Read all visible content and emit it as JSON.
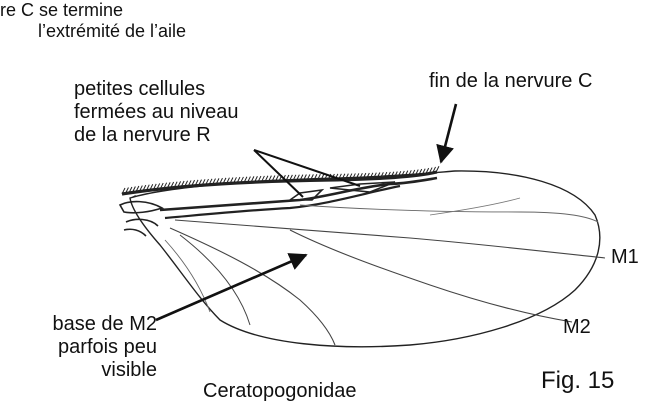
{
  "figure_label": "Fig. 15",
  "family_name": "Ceratopogonidae",
  "annotations": {
    "costa_note": [
      "re C se termine",
      "l’extrémité de l’aile"
    ],
    "closed_cells": [
      "petites cellules",
      "fermées au niveau",
      "de la nervure R"
    ],
    "costa_end": "fin de la nervure C",
    "m2_base": [
      "base de M2",
      "parfois peu",
      "visible"
    ],
    "m1": "M1",
    "m2": "M2"
  },
  "colors": {
    "ink": "#111111",
    "background": "#ffffff"
  }
}
